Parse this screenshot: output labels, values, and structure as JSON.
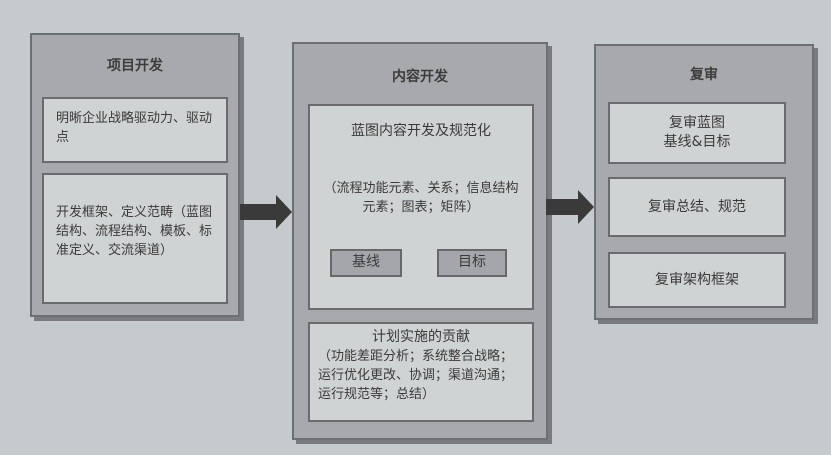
{
  "left": {
    "title": "项目开发",
    "box1": "明晰企业战略驱动力、驱动点",
    "box2": "开发框架、定义范畴（蓝图结构、流程结构、模板、标准定义、交流渠道）"
  },
  "middle": {
    "title": "内容开发",
    "box_title": "蓝图内容开发及规范化",
    "box_text": "（流程功能元素、关系；信息结构元素；图表；矩阵）",
    "btn1": "基线",
    "btn2": "目标",
    "bottom_title": "计划实施的贡献",
    "bottom_text": "（功能差距分析；系统整合战略；运行优化更改、协调；渠道沟通；运行规范等；总结）"
  },
  "right": {
    "title": "复审",
    "box1_line1": "复审蓝图",
    "box1_line2": "基线&目标",
    "box2": "复审总结、规范",
    "box3": "复审架构框架"
  }
}
